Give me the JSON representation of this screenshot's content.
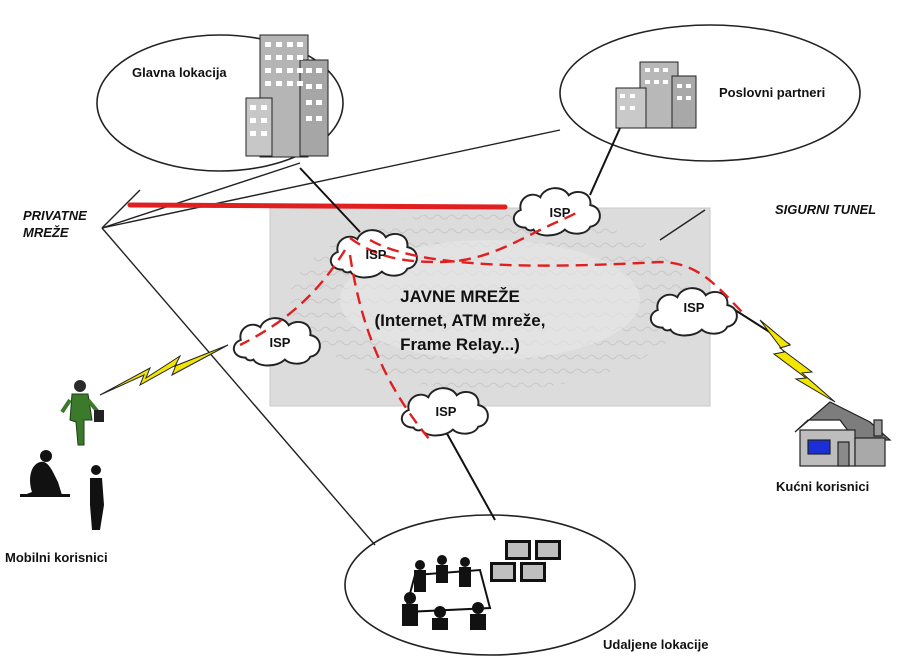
{
  "labels": {
    "main_location": "Glavna lokacija",
    "partners": "Poslovni partneri",
    "private_networks": [
      "PRIVATNE",
      "MREŽE"
    ],
    "secure_tunnel": "SIGURNI TUNEL",
    "public_networks": [
      "JAVNE MREŽE",
      "(Internet, ATM mreže,",
      "Frame Relay...)"
    ],
    "mobile_users": "Mobilni korisnici",
    "home_users": "Kućni korisnici",
    "remote_locations": "Udaljene lokacije"
  },
  "isp_label": "ISP",
  "colors": {
    "tunnel": "#e02020",
    "public_zone": "#d9d9d9",
    "lightning": "#f2e600"
  }
}
